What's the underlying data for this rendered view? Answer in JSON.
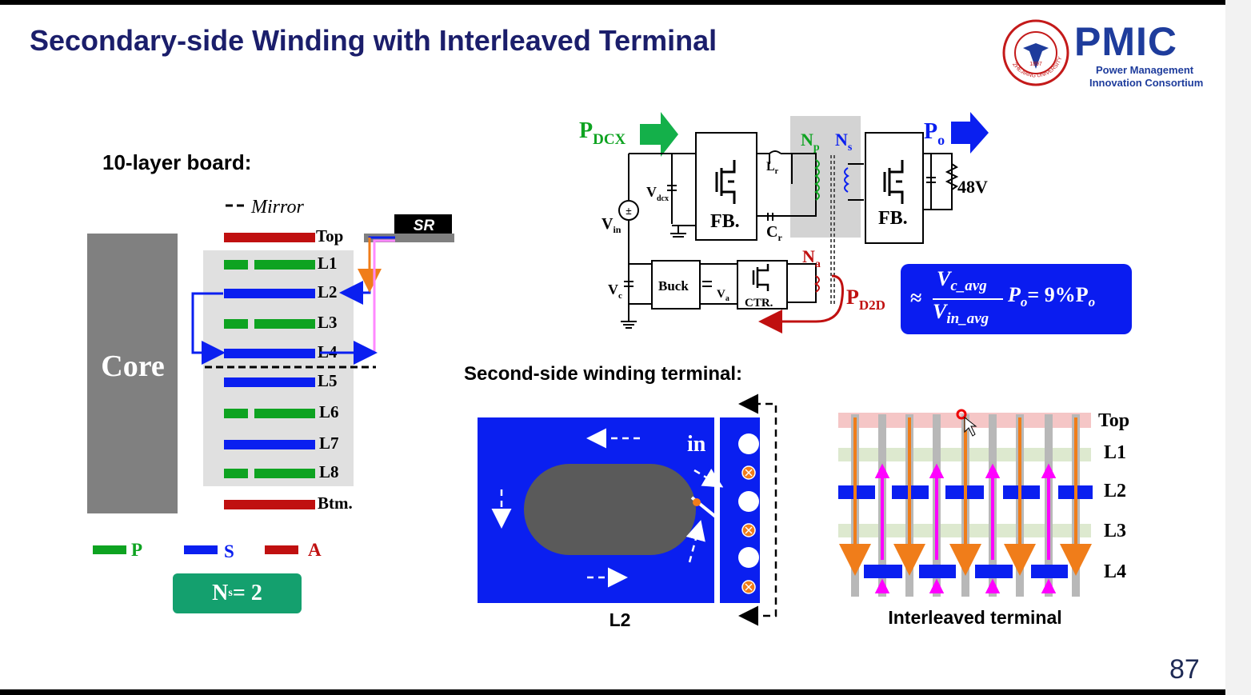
{
  "slide": {
    "title": "Secondary-side Winding with Interleaved Terminal",
    "page_number": "87"
  },
  "logo": {
    "name": "PMIC",
    "line1": "Power Management",
    "line2": "Innovation Consortium",
    "seal_year": "1897",
    "seal_text": "ZHEJIANG UNIVERSITY"
  },
  "board": {
    "heading": "10-layer board:",
    "mirror_label": "Mirror",
    "core_label": "Core",
    "sr_label": "SR",
    "layers": [
      "Top",
      "L1",
      "L2",
      "L3",
      "L4",
      "L5",
      "L6",
      "L7",
      "L8",
      "Btm."
    ],
    "legend": {
      "p": "P",
      "s": "S",
      "a": "A"
    },
    "ns_label": "N",
    "ns_sub": "s",
    "ns_value": " = 2"
  },
  "circuit": {
    "p_dcx": "P",
    "p_dcx_sub": "DCX",
    "p_o": "P",
    "p_o_sub": "o",
    "p_d2d": "P",
    "p_d2d_sub": "D2D",
    "v_in": "V",
    "v_in_sub": "in",
    "v_dcx": "V",
    "v_dcx_sub": "dcx",
    "v_c": "V",
    "v_c_sub": "c",
    "v_a": "V",
    "v_a_sub": "a",
    "l_r": "L",
    "l_r_sub": "r",
    "c_r": "C",
    "c_r_sub": "r",
    "n_p": "N",
    "n_p_sub": "p",
    "n_s": "N",
    "n_s_sub": "s",
    "n_a": "N",
    "n_a_sub": "a",
    "fb1": "FB.",
    "fb2": "FB.",
    "buck": "Buck",
    "ctr": "CTR.",
    "out_v": "48V",
    "eq_approx": "≈",
    "eq_num": "V",
    "eq_num_sub": "c_avg",
    "eq_den": "V",
    "eq_den_sub": "in_avg",
    "eq_rhs1": "P",
    "eq_rhs1_sub": "o",
    "eq_rhs2": "= 9%P",
    "eq_rhs2_sub": "o"
  },
  "terminal": {
    "heading": "Second-side winding terminal:",
    "in_label": "in",
    "l2_label": "L2",
    "interleaved_caption": "Interleaved terminal",
    "layers": [
      "Top",
      "L1",
      "L2",
      "L3",
      "L4"
    ]
  },
  "colors": {
    "title": "#1b1e6b",
    "p_green": "#0ea321",
    "s_blue": "#0a1ff0",
    "a_red": "#c01010",
    "core_gray": "#808080",
    "orange": "#f07d1a",
    "magenta": "#ff00ff",
    "eq_box": "#0a1cf0",
    "ns_box": "#14a06e"
  }
}
